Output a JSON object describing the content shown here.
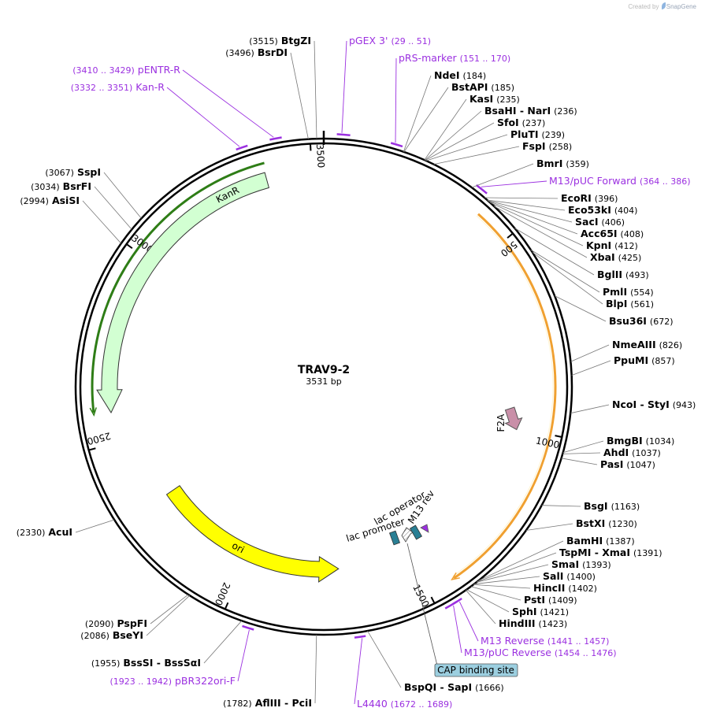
{
  "credit": {
    "prefix": "Created by",
    "brand": "SnapGene"
  },
  "plasmid": {
    "name": "TRAV9-2",
    "length_label": "3531 bp",
    "length": 3531
  },
  "colors": {
    "site": "#000000",
    "primer": "#9b30e0",
    "orange": "#f0a030",
    "green": "#2e7d16",
    "kan_fill": "#d2ffd2",
    "ori_fill": "#ffff00",
    "f2a_fill": "#c98fa8",
    "lac_fill": "#2a7f94",
    "cap_fill": "#9ccfe0"
  },
  "ticks": [
    {
      "pos": 500,
      "label": "500"
    },
    {
      "pos": 1000,
      "label": "1000"
    },
    {
      "pos": 1500,
      "label": "1500"
    },
    {
      "pos": 2000,
      "label": "2000"
    },
    {
      "pos": 2500,
      "label": "2500"
    },
    {
      "pos": 3000,
      "label": "3000"
    },
    {
      "pos": 3500,
      "label": "3500"
    }
  ],
  "features": [
    {
      "name": "KanR",
      "start": 2580,
      "end": 3380,
      "strand": -1,
      "type": "cds"
    },
    {
      "name": "ori",
      "start": 1720,
      "end": 2310,
      "strand": -1,
      "type": "ori"
    },
    {
      "name": "F2A",
      "start": 950,
      "end": 1010,
      "strand": 1,
      "type": "cds"
    },
    {
      "name": "lac operator",
      "start": 1500,
      "end": 1516,
      "strand": 1,
      "type": "reg"
    },
    {
      "name": "lac promoter",
      "start": 1530,
      "end": 1560,
      "strand": -1,
      "type": "promoter"
    },
    {
      "name": "M13 rev",
      "start": 1472,
      "end": 1488,
      "strand": -1,
      "type": "primer_site"
    }
  ],
  "arcs": [
    {
      "name": "insert",
      "start": 410,
      "end": 1430,
      "color": "orange"
    },
    {
      "name": "kan_region",
      "start": 2585,
      "end": 3385,
      "color": "green"
    }
  ],
  "sites": [
    {
      "side": "L",
      "name": "BtgZI",
      "pos": 3515,
      "num": "(3515)"
    },
    {
      "side": "L",
      "name": "BsrDI",
      "pos": 3496,
      "num": "(3496)"
    },
    {
      "side": "L",
      "name": "SspI",
      "pos": 3067,
      "num": "(3067)"
    },
    {
      "side": "L",
      "name": "BsrFI",
      "pos": 3034,
      "num": "(3034)"
    },
    {
      "side": "L",
      "name": "AsiSI",
      "pos": 2994,
      "num": "(2994)"
    },
    {
      "side": "L",
      "name": "AcuI",
      "pos": 2330,
      "num": "(2330)"
    },
    {
      "side": "L",
      "name": "PspFI",
      "pos": 2090,
      "num": "(2090)"
    },
    {
      "side": "L",
      "name": "BseYI",
      "pos": 2086,
      "num": "(2086)"
    },
    {
      "side": "L",
      "name": "BssSI  -  BssSαI",
      "pos": 1955,
      "num": "(1955)"
    },
    {
      "side": "L",
      "name": "AflIII  -  PciI",
      "pos": 1782,
      "num": "(1782)"
    },
    {
      "side": "R",
      "name": "NdeI",
      "pos": 184,
      "num": "(184)"
    },
    {
      "side": "R",
      "name": "BstAPI",
      "pos": 185,
      "num": "(185)"
    },
    {
      "side": "R",
      "name": "KasI",
      "pos": 235,
      "num": "(235)"
    },
    {
      "side": "R",
      "name": "BsaHI  -  NarI",
      "pos": 236,
      "num": "(236)"
    },
    {
      "side": "R",
      "name": "SfoI",
      "pos": 237,
      "num": "(237)"
    },
    {
      "side": "R",
      "name": "PluTI",
      "pos": 239,
      "num": "(239)"
    },
    {
      "side": "R",
      "name": "FspI",
      "pos": 258,
      "num": "(258)"
    },
    {
      "side": "R",
      "name": "BmrI",
      "pos": 359,
      "num": "(359)"
    },
    {
      "side": "R",
      "name": "EcoRI",
      "pos": 396,
      "num": "(396)"
    },
    {
      "side": "R",
      "name": "Eco53kI",
      "pos": 404,
      "num": "(404)"
    },
    {
      "side": "R",
      "name": "SacI",
      "pos": 406,
      "num": "(406)"
    },
    {
      "side": "R",
      "name": "Acc65I",
      "pos": 408,
      "num": "(408)"
    },
    {
      "side": "R",
      "name": "KpnI",
      "pos": 412,
      "num": "(412)"
    },
    {
      "side": "R",
      "name": "XbaI",
      "pos": 425,
      "num": "(425)"
    },
    {
      "side": "R",
      "name": "BglII",
      "pos": 493,
      "num": "(493)"
    },
    {
      "side": "R",
      "name": "PmlI",
      "pos": 554,
      "num": "(554)"
    },
    {
      "side": "R",
      "name": "BlpI",
      "pos": 561,
      "num": "(561)"
    },
    {
      "side": "R",
      "name": "Bsu36I",
      "pos": 672,
      "num": "(672)"
    },
    {
      "side": "R",
      "name": "NmeAIII",
      "pos": 826,
      "num": "(826)"
    },
    {
      "side": "R",
      "name": "PpuMI",
      "pos": 857,
      "num": "(857)"
    },
    {
      "side": "R",
      "name": "NcoI  -  StyI",
      "pos": 943,
      "num": "(943)"
    },
    {
      "side": "R",
      "name": "BmgBI",
      "pos": 1034,
      "num": "(1034)"
    },
    {
      "side": "R",
      "name": "AhdI",
      "pos": 1037,
      "num": "(1037)"
    },
    {
      "side": "R",
      "name": "PasI",
      "pos": 1047,
      "num": "(1047)"
    },
    {
      "side": "R",
      "name": "BsgI",
      "pos": 1163,
      "num": "(1163)"
    },
    {
      "side": "R",
      "name": "BstXI",
      "pos": 1230,
      "num": "(1230)"
    },
    {
      "side": "R",
      "name": "BamHI",
      "pos": 1387,
      "num": "(1387)"
    },
    {
      "side": "R",
      "name": "TspMI  -  XmaI",
      "pos": 1391,
      "num": "(1391)"
    },
    {
      "side": "R",
      "name": "SmaI",
      "pos": 1393,
      "num": "(1393)"
    },
    {
      "side": "R",
      "name": "SalI",
      "pos": 1400,
      "num": "(1400)"
    },
    {
      "side": "R",
      "name": "HincII",
      "pos": 1402,
      "num": "(1402)"
    },
    {
      "side": "R",
      "name": "PstI",
      "pos": 1409,
      "num": "(1409)"
    },
    {
      "side": "R",
      "name": "SphI",
      "pos": 1421,
      "num": "(1421)"
    },
    {
      "side": "R",
      "name": "HindIII",
      "pos": 1423,
      "num": "(1423)"
    },
    {
      "side": "R",
      "name": "BspQI  -  SapI",
      "pos": 1666,
      "num": "(1666)"
    }
  ],
  "primers": [
    {
      "side": "R",
      "name": "pGEX 3'",
      "start": 29,
      "end": 51,
      "range": "(29 .. 51)"
    },
    {
      "side": "R",
      "name": "pRS-marker",
      "start": 151,
      "end": 170,
      "range": "(151 .. 170)"
    },
    {
      "side": "R",
      "name": "M13/pUC Forward",
      "start": 364,
      "end": 386,
      "range": "(364 .. 386)"
    },
    {
      "side": "R",
      "name": "M13 Reverse",
      "start": 1441,
      "end": 1457,
      "range": "(1441 .. 1457)"
    },
    {
      "side": "R",
      "name": "M13/pUC Reverse",
      "start": 1454,
      "end": 1476,
      "range": "(1454 .. 1476)"
    },
    {
      "side": "R",
      "name": "L4440",
      "start": 1672,
      "end": 1689,
      "range": "(1672 .. 1689)"
    },
    {
      "side": "L",
      "name": "pENTR-R",
      "start": 3410,
      "end": 3429,
      "range": "(3410 .. 3429)"
    },
    {
      "side": "L",
      "name": "Kan-R",
      "start": 3332,
      "end": 3351,
      "range": "(3332 .. 3351)"
    },
    {
      "side": "L",
      "name": "pBR322ori-F",
      "start": 1923,
      "end": 1942,
      "range": "(1923 .. 1942)"
    }
  ],
  "cap_site": {
    "name": "CAP binding site",
    "pos": 1540
  }
}
